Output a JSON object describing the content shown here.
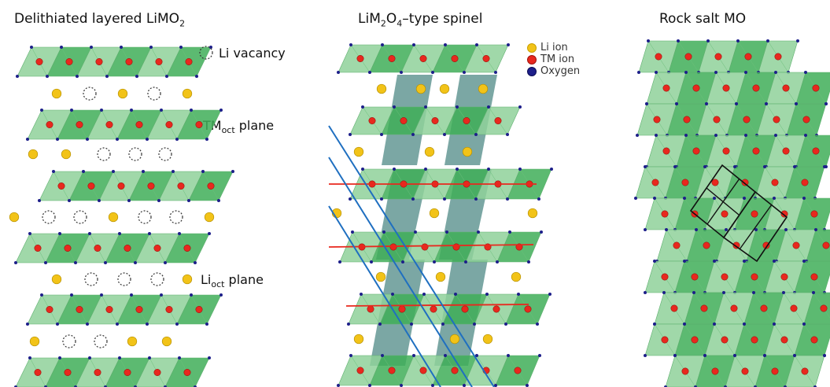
{
  "panels": {
    "layered": {
      "title_pre": "Delithiated layered LiMO",
      "title_sub": "2",
      "vacancy_label": "Li vacancy",
      "tm_plane_pre": "TM",
      "tm_plane_sub": "oct",
      "tm_plane_post": " plane",
      "li_plane_pre": "Li",
      "li_plane_sub": "oct",
      "li_plane_post": " plane"
    },
    "spinel": {
      "title_a": "LiM",
      "title_sub1": "2",
      "title_b": "O",
      "title_sub2": "4",
      "title_c": "–type spinel"
    },
    "rocksalt": {
      "title": "Rock salt MO"
    }
  },
  "legend": {
    "items": [
      {
        "label": "Li ion",
        "color": "#f2c318"
      },
      {
        "label": "TM ion",
        "color": "#e8281e"
      },
      {
        "label": "Oxygen",
        "color": "#1d1f8a"
      }
    ]
  },
  "colors": {
    "octahedron_light": "#8fd19a",
    "octahedron_dark": "#3fae58",
    "tm_ion": "#e8281e",
    "li_ion": "#f2c318",
    "oxygen": "#1d1f8a",
    "spinel_channel": "#4f8a86",
    "plane_red": "#e8281e",
    "plane_blue": "#1f6fc0"
  }
}
